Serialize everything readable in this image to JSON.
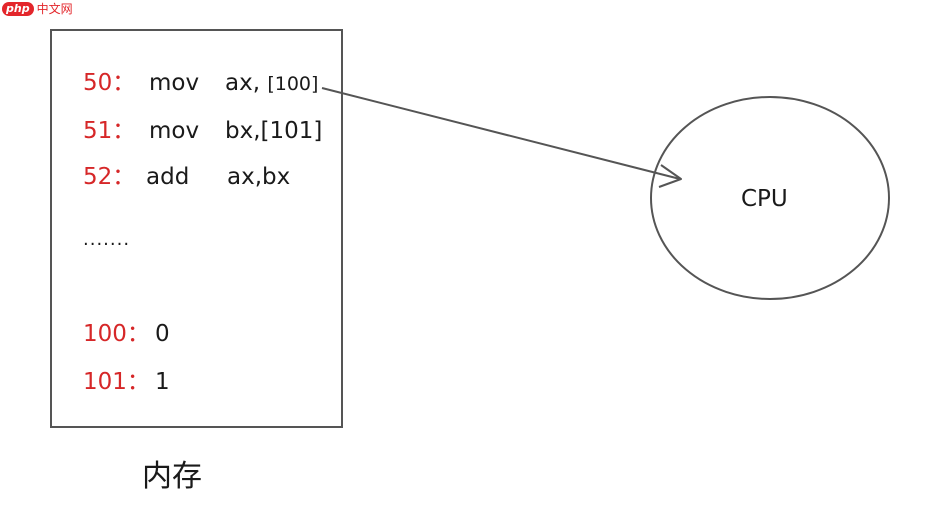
{
  "watermark": {
    "logo": "php",
    "text": "中文网"
  },
  "memory": {
    "label": "内存",
    "instructions": [
      {
        "addr": "50：",
        "op": "mov",
        "arg_main": "ax, ",
        "arg_small": "[100]"
      },
      {
        "addr": "51：",
        "op": "mov",
        "arg_main": "bx,[101]",
        "arg_small": ""
      },
      {
        "addr": "52：",
        "op": "add",
        "arg_main": "ax,bx",
        "arg_small": ""
      }
    ],
    "ellipsis": ".......",
    "data": [
      {
        "addr": "100：",
        "value": "0"
      },
      {
        "addr": "101：",
        "value": "1"
      }
    ]
  },
  "cpu": {
    "label": "CPU"
  },
  "colors": {
    "address": "#d62728",
    "text": "#1a1a1a",
    "stroke": "#555555"
  }
}
